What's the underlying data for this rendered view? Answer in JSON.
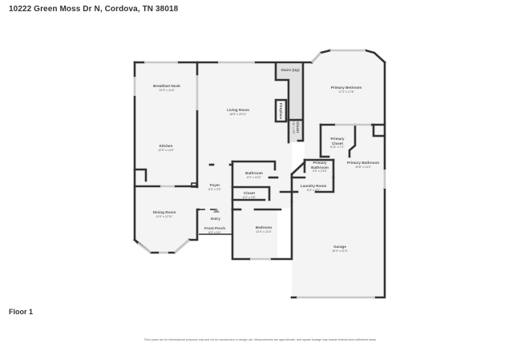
{
  "header": {
    "title": "10222 Green Moss Dr N, Cordova, TN 38018"
  },
  "floor": {
    "label": "Floor 1"
  },
  "footer": {
    "disclaimer": "Floor plans are for informational purposes only and not for construction or design use. Measurements are approximate, and square footage may include finished and unfinished areas."
  },
  "rooms": [
    {
      "name": "Breakfast Nook",
      "dims": "12'9\" x 11'6\""
    },
    {
      "name": "Living Room",
      "dims": "18'5\" x 20'11\""
    },
    {
      "name": "Stairs (Up)",
      "dims": ""
    },
    {
      "name": "Fireplace",
      "dims": ""
    },
    {
      "name": "Closet",
      "dims": "2'11\" x 4'5\""
    },
    {
      "name": "Primary Bedroom",
      "dims": "17'3\" x 17'8\""
    },
    {
      "name": "Kitchen",
      "dims": "12'9\" x 14'9\""
    },
    {
      "name": "Primary Closet",
      "dims": "6'11\" x 7'1\""
    },
    {
      "name": "Primary Bathroom",
      "dims": "10'8\" x 14'3\""
    },
    {
      "name": "Primary Bathroom",
      "dims": "5'0\" x 2'10\""
    },
    {
      "name": "Bathroom",
      "dims": "8'2\" x 4'10\""
    },
    {
      "name": "Foyer",
      "dims": "8'3\" x 9'3\""
    },
    {
      "name": "Laundry Room",
      "dims": "8'3\" x 5'2\""
    },
    {
      "name": "Closet",
      "dims": "6'2\" x 2'6\""
    },
    {
      "name": "Dining Room",
      "dims": "11'9\" x 12'11\""
    },
    {
      "name": "Entry",
      "dims": ""
    },
    {
      "name": "Front Porch",
      "dims": "8'3\" x 5'4\""
    },
    {
      "name": "Bedroom",
      "dims": "12'0\" x 11'5\""
    },
    {
      "name": "Garage",
      "dims": "19'3\" x 21'9\""
    }
  ]
}
